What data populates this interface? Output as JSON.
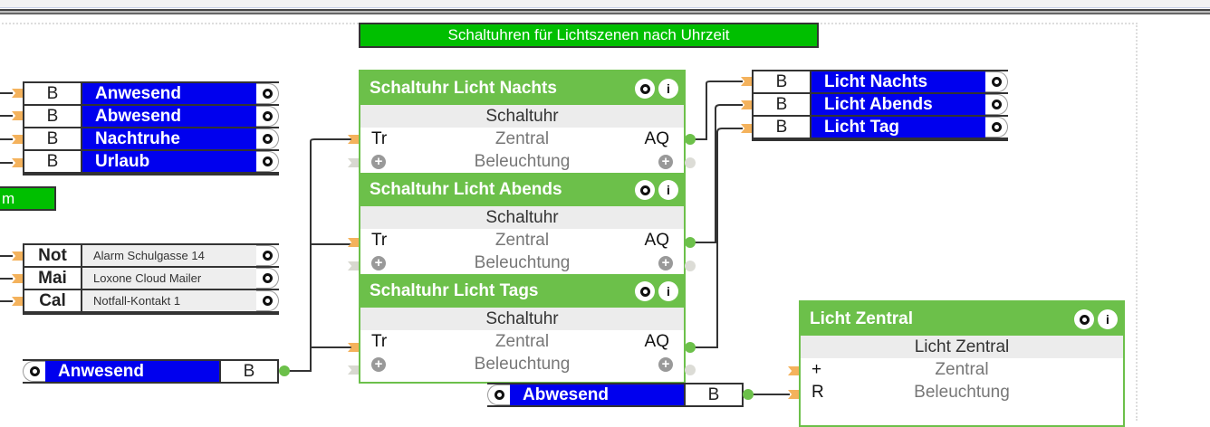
{
  "canvas_title": "Schaltuhren für Lichtszenen nach Uhrzeit",
  "left_green_label": "m",
  "status_memories": [
    {
      "type": "B",
      "name": "Anwesend"
    },
    {
      "type": "B",
      "name": "Abwesend"
    },
    {
      "type": "B",
      "name": "Nachtruhe"
    },
    {
      "type": "B",
      "name": "Urlaub"
    }
  ],
  "notify_memories": [
    {
      "type": "Not",
      "name": "Alarm Schulgasse 14"
    },
    {
      "type": "Mai",
      "name": "Loxone Cloud Mailer"
    },
    {
      "type": "Cal",
      "name": "Notfall-Kontakt 1"
    }
  ],
  "input_anwesend": {
    "name": "Anwesend",
    "type": "B"
  },
  "input_abwesend": {
    "name": "Abwesend",
    "type": "B"
  },
  "timers": [
    {
      "title": "Schaltuhr Licht Nachts",
      "type": "Schaltuhr",
      "input": "Tr",
      "category": "Zentral",
      "output": "AQ",
      "room": "Beleuchtung"
    },
    {
      "title": "Schaltuhr Licht Abends",
      "type": "Schaltuhr",
      "input": "Tr",
      "category": "Zentral",
      "output": "AQ",
      "room": "Beleuchtung"
    },
    {
      "title": "Schaltuhr Licht Tags",
      "type": "Schaltuhr",
      "input": "Tr",
      "category": "Zentral",
      "output": "AQ",
      "room": "Beleuchtung"
    }
  ],
  "light_memories": [
    {
      "type": "B",
      "name": "Licht Nachts"
    },
    {
      "type": "B",
      "name": "Licht Abends"
    },
    {
      "type": "B",
      "name": "Licht Tag"
    }
  ],
  "central": {
    "title": "Licht Zentral",
    "type": "Licht Zentral",
    "in1": "+",
    "cat": "Zentral",
    "in2": "R",
    "room": "Beleuchtung"
  },
  "icons": {
    "settings": "gear-icon",
    "info": "info-icon",
    "info_glyph": "i",
    "add_glyph": "+"
  }
}
